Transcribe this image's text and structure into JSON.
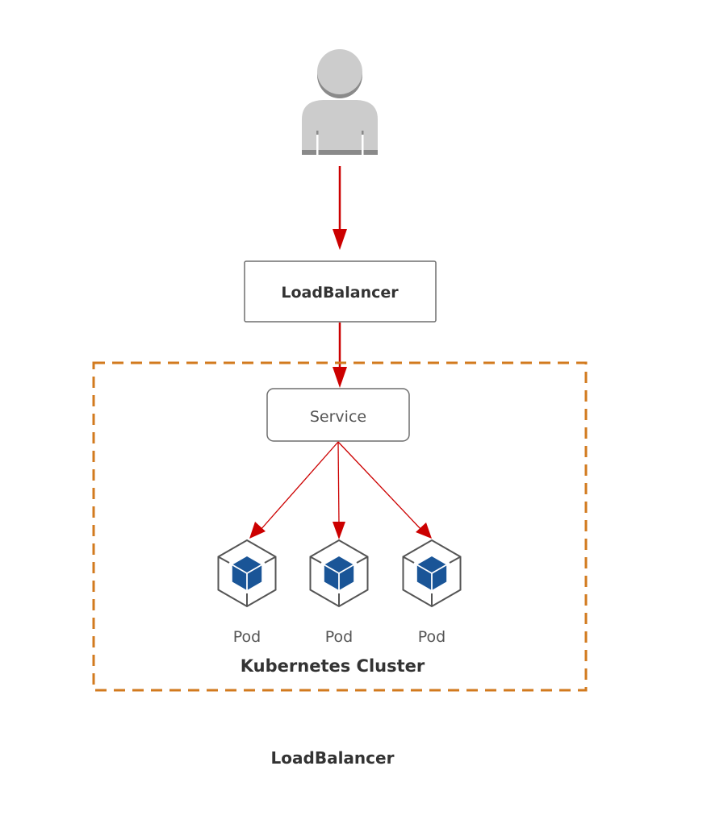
{
  "diagram": {
    "user": {
      "icon": "user-icon"
    },
    "load_balancer_node": {
      "label": "LoadBalancer"
    },
    "cluster": {
      "label": "Kubernetes Cluster",
      "border_color": "#d27a1e"
    },
    "service_node": {
      "label": "Service"
    },
    "pods": [
      {
        "label": "Pod",
        "icon": "pod-cube-icon"
      },
      {
        "label": "Pod",
        "icon": "pod-cube-icon"
      },
      {
        "label": "Pod",
        "icon": "pod-cube-icon"
      }
    ],
    "edges": [
      {
        "from": "user",
        "to": "load_balancer_node"
      },
      {
        "from": "load_balancer_node",
        "to": "service_node"
      },
      {
        "from": "service_node",
        "to": "pod-1"
      },
      {
        "from": "service_node",
        "to": "pod-2"
      },
      {
        "from": "service_node",
        "to": "pod-3"
      }
    ],
    "caption": "LoadBalancer",
    "colors": {
      "arrow": "#cc0000",
      "node_border": "#6e6e6e",
      "pod_cube": "#1a5597",
      "user_fill": "#c8c8c8",
      "text": "#333333"
    }
  }
}
